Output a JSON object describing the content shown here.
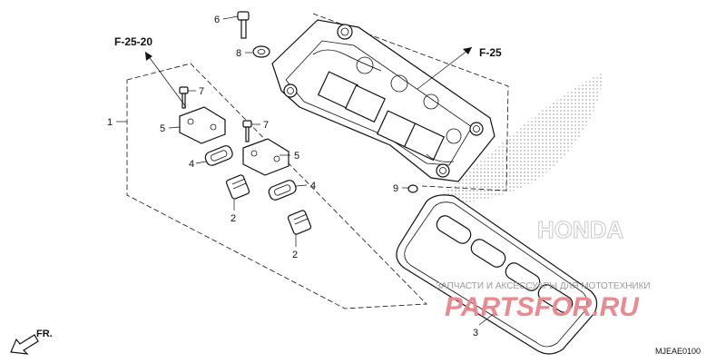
{
  "diagram": {
    "callouts": [
      {
        "id": "c1",
        "text": "1"
      },
      {
        "id": "c2a",
        "text": "2"
      },
      {
        "id": "c2b",
        "text": "2"
      },
      {
        "id": "c3",
        "text": "3"
      },
      {
        "id": "c4a",
        "text": "4"
      },
      {
        "id": "c4b",
        "text": "4"
      },
      {
        "id": "c5a",
        "text": "5"
      },
      {
        "id": "c5b",
        "text": "5"
      },
      {
        "id": "c6",
        "text": "6"
      },
      {
        "id": "c7a",
        "text": "7"
      },
      {
        "id": "c7b",
        "text": "7"
      },
      {
        "id": "c8",
        "text": "8"
      },
      {
        "id": "c9",
        "text": "9"
      }
    ],
    "refs": {
      "f25_20": "F-25-20",
      "f25": "F-25"
    },
    "front_label": "FR.",
    "diagram_code": "MJEAE0100"
  },
  "watermark": {
    "tagline": "ЗАПЧАСТИ И АКСЕССУАРЫ ДЛЯ МОТОТЕХНИКИ",
    "logo_text": "PARTSFOR.RU",
    "brand_text": "HONDA"
  }
}
